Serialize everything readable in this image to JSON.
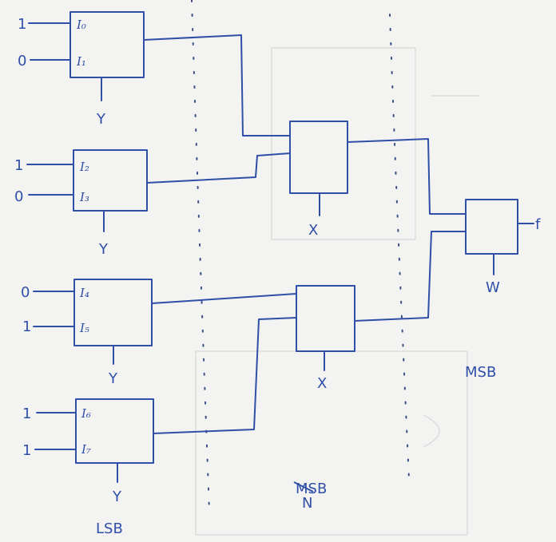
{
  "diagram": {
    "inputs": [
      {
        "value": "1",
        "line": "I₀"
      },
      {
        "value": "0",
        "line": "I₁"
      },
      {
        "value": "1",
        "line": "I₂"
      },
      {
        "value": "0",
        "line": "I₃"
      },
      {
        "value": "0",
        "line": "I₄"
      },
      {
        "value": "1",
        "line": "I₅"
      },
      {
        "value": "1",
        "line": "I₆"
      },
      {
        "value": "1",
        "line": "I₇"
      }
    ],
    "first_stage_select": [
      "Y",
      "Y",
      "Y",
      "Y"
    ],
    "second_stage_select": [
      "X",
      "X"
    ],
    "final_select": "W",
    "output": "f",
    "labels": {
      "lsb": "LSB",
      "middle_top": "MSB",
      "middle_bottom": "N",
      "msb": "MSB"
    }
  }
}
